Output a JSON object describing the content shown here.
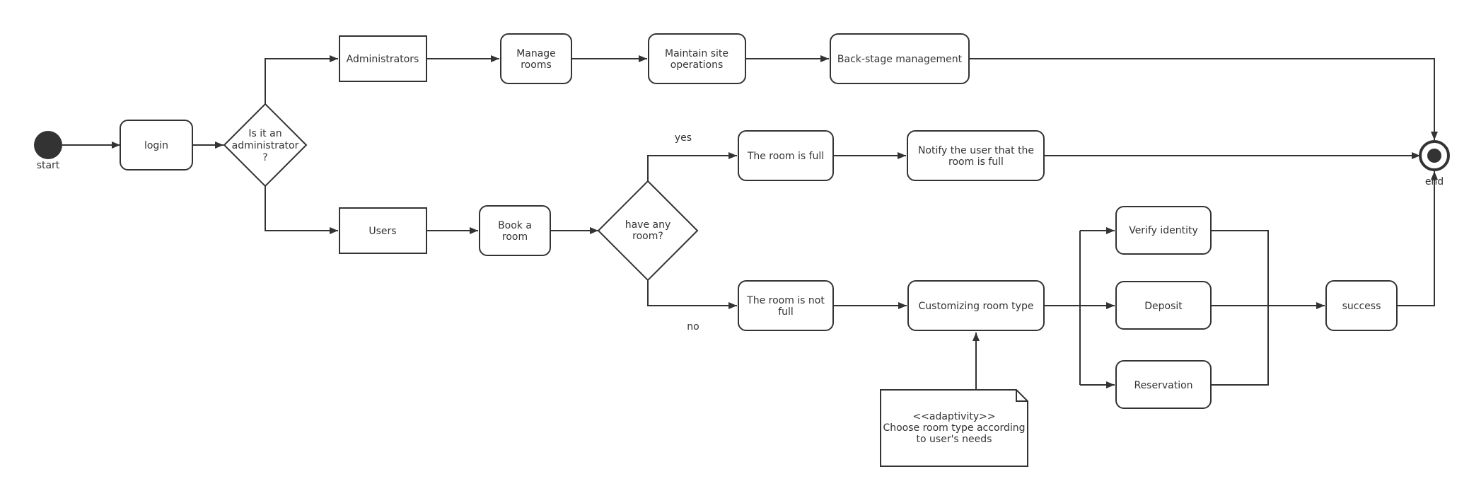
{
  "diagram": {
    "start_label": "start",
    "end_label": "end",
    "nodes": {
      "login": "login",
      "admin_decision": [
        "Is it an",
        "administrator",
        "?"
      ],
      "administrators": "Administrators",
      "manage_rooms": [
        "Manage",
        "rooms"
      ],
      "maintain_site": [
        "Maintain site",
        "operations"
      ],
      "backstage": "Back-stage management",
      "users": "Users",
      "book_room": [
        "Book a",
        "room"
      ],
      "have_room": [
        "have any",
        "room?"
      ],
      "room_full": "The room is full",
      "notify_full": [
        "Notify the user that the",
        "room is full"
      ],
      "room_not_full": [
        "The room is not",
        "full"
      ],
      "customizing": "Customizing room type",
      "verify_identity": "Verify identity",
      "deposit": "Deposit",
      "reservation": "Reservation",
      "success": "success"
    },
    "edge_labels": {
      "yes": "yes",
      "no": "no"
    },
    "note": [
      "<<adaptivity>>",
      "Choose room type according",
      "to user's needs"
    ]
  }
}
